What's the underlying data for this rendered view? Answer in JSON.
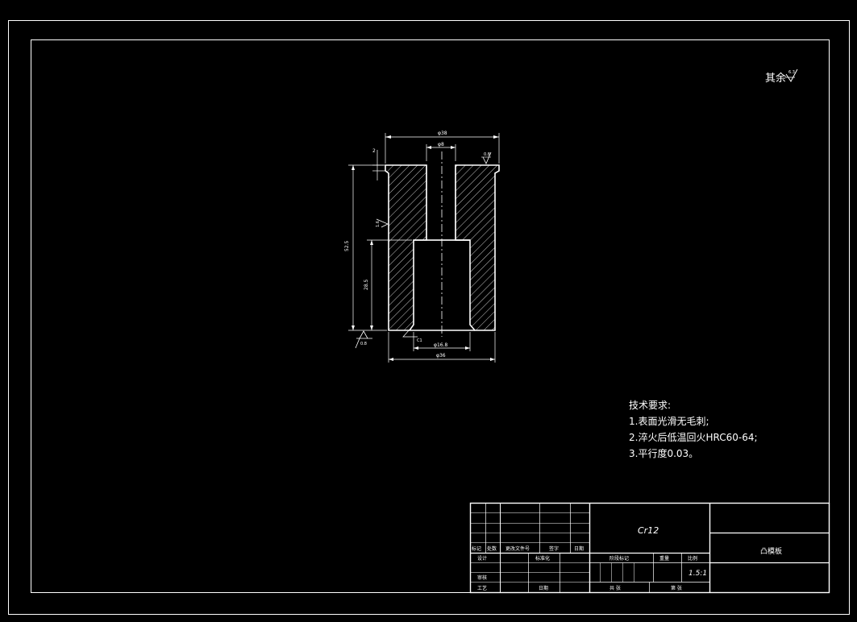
{
  "drawing": {
    "roughness_note": {
      "label": "其余",
      "value": "6.3"
    },
    "dimensions": {
      "outer_top_diameter": "φ38",
      "bore_small_diameter": "φ8",
      "flange_height": "2",
      "total_height": "52.5",
      "bore_large_depth": "28.5",
      "bore_large_diameter": "φ16.8",
      "body_diameter": "φ36",
      "chamfer": "C1"
    },
    "roughness_marks": {
      "top": "0.8",
      "inner": "1.6",
      "bottom": "0.8"
    }
  },
  "technical_requirements": {
    "title": "技术要求:",
    "items": [
      "1.表面光滑无毛刺;",
      "2.淬火后低温回火HRC60-64;",
      "3.平行度0.03。"
    ]
  },
  "title_block": {
    "material": "Cr12",
    "part_name": "凸模板",
    "scale": "1.5:1",
    "labels": {
      "mark": "标记",
      "count": "处数",
      "zone": "更改文件号",
      "signature": "签字",
      "date": "日期",
      "design": "设计",
      "standardize": "标准化",
      "check": "审核",
      "process": "工艺",
      "date2": "日期",
      "stage_mark": "阶段标记",
      "weight": "重量",
      "ratio": "比例",
      "sheet_total": "共 张",
      "sheet_no": "第 张"
    }
  }
}
